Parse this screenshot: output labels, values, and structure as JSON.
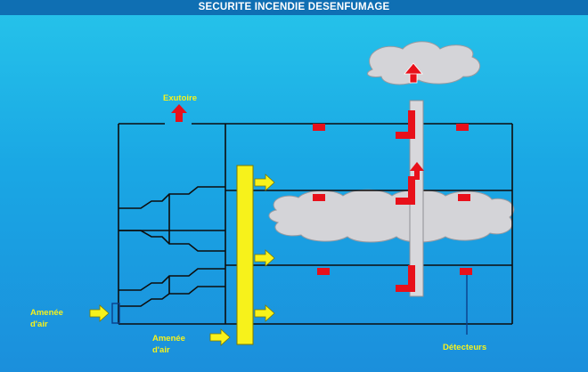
{
  "header": {
    "title": "SECURITE INCENDIE DESENFUMAGE"
  },
  "labels": {
    "exutoire": "Exutoire",
    "amenee_air_left": [
      "Amenée",
      "d'air"
    ],
    "amenee_air_bottom": [
      "Amenée",
      "d'air"
    ],
    "detecteurs": "Détecteurs"
  },
  "colors": {
    "structure_line": "#0d0d0d",
    "label_yellow": "#f7f21b",
    "detector_red": "#e8101a",
    "cloud_fill": "#d4d4d8",
    "shaft_fill": "#d8d8dc"
  }
}
